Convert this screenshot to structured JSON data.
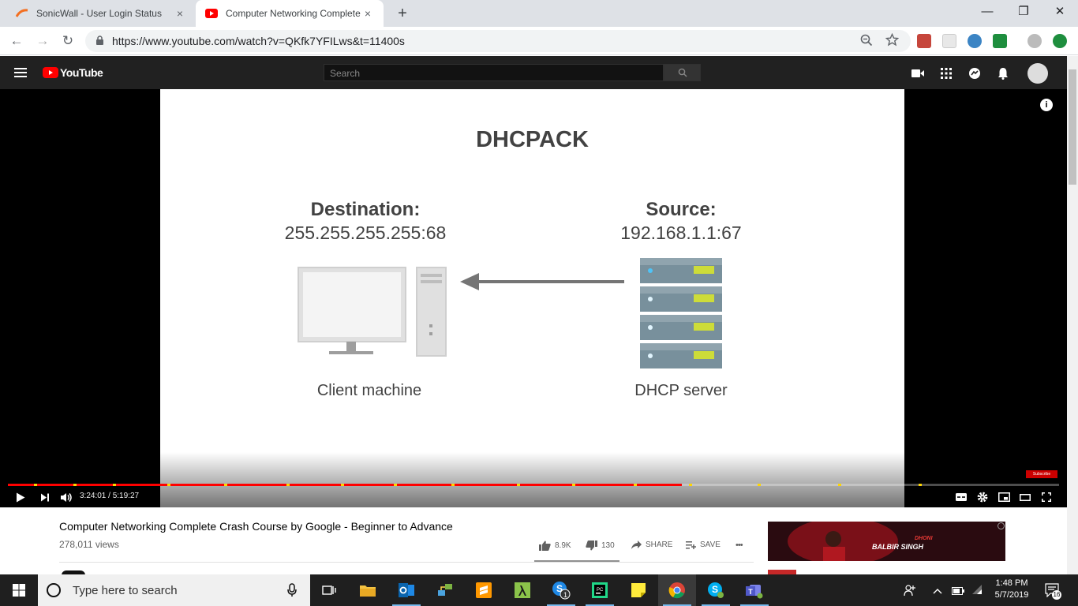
{
  "browser": {
    "tabs": [
      {
        "title": "SonicWall - User Login Status",
        "close": "×",
        "active": false,
        "favicon": "sonicwall-logo"
      },
      {
        "title": "Computer Networking Complete",
        "close": "×",
        "active": true,
        "favicon": "youtube-logo"
      }
    ],
    "new_tab": "+",
    "window_controls": {
      "minimize": "—",
      "restore": "❐",
      "close": "✕"
    },
    "nav": {
      "back": "←",
      "forward": "→",
      "reload": "↻"
    },
    "url": "https://www.youtube.com/watch?v=QKfk7YFILws&t=11400s",
    "extension_icons": [
      "zoom-icon",
      "bookmark-star-icon",
      "pdf-icon",
      "extension-icon",
      "bookmark-icon",
      "sheets-icon",
      "profile-avatar",
      "update-icon"
    ]
  },
  "youtube": {
    "logo_text": "YouTube",
    "search_placeholder": "Search",
    "header_icons": [
      "create-video-icon",
      "apps-icon",
      "messages-icon",
      "notifications-icon",
      "account-avatar"
    ]
  },
  "video": {
    "slide": {
      "heading": "DHCPACK",
      "destination_label": "Destination:",
      "destination_value": "255.255.255.255:68",
      "source_label": "Source:",
      "source_value": "192.168.1.1:67",
      "client_caption": "Client machine",
      "server_caption": "DHCP server"
    },
    "current_time": "3:24:01",
    "duration": "5:19:27",
    "time_separator": " / ",
    "progress_fraction": 0.641,
    "chapter_marks": [
      0.025,
      0.062,
      0.1,
      0.152,
      0.206,
      0.265,
      0.317,
      0.367,
      0.422,
      0.484,
      0.537,
      0.595,
      0.648,
      0.713,
      0.79,
      0.866
    ],
    "subscribe_badge": "Subscribe",
    "info_icon": "i"
  },
  "details": {
    "title": "Computer Networking Complete Crash Course by Google - Beginner to Advance",
    "views": "278,011 views",
    "likes": "8.9K",
    "dislikes": "130",
    "share": "SHARE",
    "save": "SAVE",
    "more": "•••",
    "ad_text_1": "DHONI",
    "ad_text_2": "BALBIR SINGH"
  },
  "taskbar": {
    "search_placeholder": "Type here to search",
    "apps": [
      "task-view",
      "file-explorer",
      "outlook",
      "network-tool",
      "sublime-text",
      "lambda-app",
      "skype-business",
      "pycharm",
      "sticky-notes",
      "chrome",
      "skype",
      "teams"
    ],
    "skype_badge": "1",
    "time": "1:48 PM",
    "date": "5/7/2019",
    "notification_count": "16"
  },
  "colors": {
    "youtube_red": "#ff0000",
    "header_dark": "#212121",
    "chapter_mark": "#ffd600",
    "taskbar": "#1f1f1f"
  }
}
